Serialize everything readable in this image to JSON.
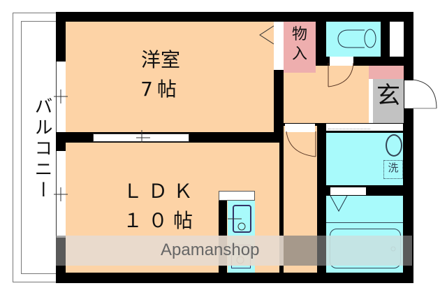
{
  "floorplan": {
    "balcony": {
      "label": "バルコニー"
    },
    "rooms": {
      "western_room": {
        "name": "洋室",
        "size": "7帖"
      },
      "ldk": {
        "name": "ＬＤＫ",
        "size": "１０帖"
      },
      "storage": {
        "label": "物入"
      },
      "entrance": {
        "label": "玄"
      },
      "washroom": {
        "label": "洗"
      }
    },
    "colors": {
      "room_beige": "#fdd3a6",
      "wet_area_cyan": "#a8fafb",
      "storage_pink": "#eeaeae",
      "entrance_gray": "#c2c2c2",
      "wall": "#000000"
    }
  },
  "watermark": {
    "text": "Apamanshop"
  }
}
